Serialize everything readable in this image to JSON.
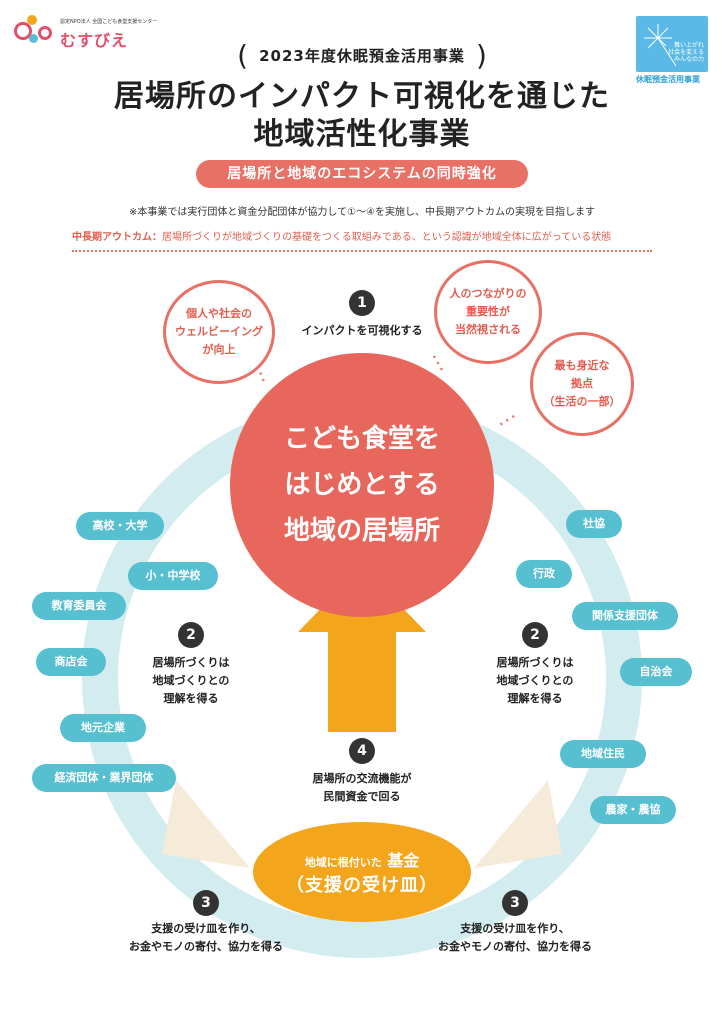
{
  "header": {
    "logo_small": "認定NPO法人 全国こども食堂支援センター",
    "logo_name": "むすびえ",
    "kyumin_copy": "舞い上がれ\n社会を変える\nみんなの力",
    "kyumin_label": "休眠預金活用事業"
  },
  "title": {
    "badge": "2023年度休眠預金活用事業",
    "paren_open": "(",
    "paren_close": ")",
    "line1": "居場所のインパクト可視化を通じた",
    "line2": "地域活性化事業",
    "pill": "居場所と地域のエコシステムの同時強化"
  },
  "note": "※本事業では実行団体と資金分配団体が協力して①〜④を実施し、中長期アウトカムの実現を目指します",
  "outcome": {
    "label": "中長期アウトカム：",
    "text": "居場所づくりが地域づくりの基礎をつくる取組みである、という認識が地域全体に広がっている状態"
  },
  "center": {
    "line1": "こども食堂を",
    "line2": "はじめとする",
    "line3": "地域の居場所"
  },
  "bubbles": {
    "wellbeing": "個人や社会の\nウェルビーイング\nが向上",
    "connection": "人のつながりの\n重要性が\n当然視される",
    "closest": "最も身近な\n拠点\n（生活の一部）"
  },
  "steps": {
    "s1_num": "1",
    "s1_text": "インパクトを可視化する",
    "s2_num": "2",
    "s2_text": "居場所づくりは\n地域づくりとの\n理解を得る",
    "s3_num": "3",
    "s3_text": "支援の受け皿を作り、\nお金やモノの寄付、協力を得る",
    "s4_num": "4",
    "s4_text": "居場所の交流機能が\n民間資金で回る"
  },
  "left_pills": [
    "高校・大学",
    "小・中学校",
    "教育委員会",
    "商店会",
    "地元企業",
    "経済団体・業界団体"
  ],
  "right_pills": [
    "社協",
    "行政",
    "関係支援団体",
    "自治会",
    "地域住民",
    "農家・農協"
  ],
  "fund": {
    "prefix": "地域に根付いた",
    "word": "基金",
    "line2": "（支援の受け皿）"
  },
  "colors": {
    "coral": "#e8675d",
    "pink_outline": "#e87166",
    "blue_pill": "#56bfd0",
    "light_blue_ring": "#d3ecef",
    "orange": "#f3a51b"
  }
}
